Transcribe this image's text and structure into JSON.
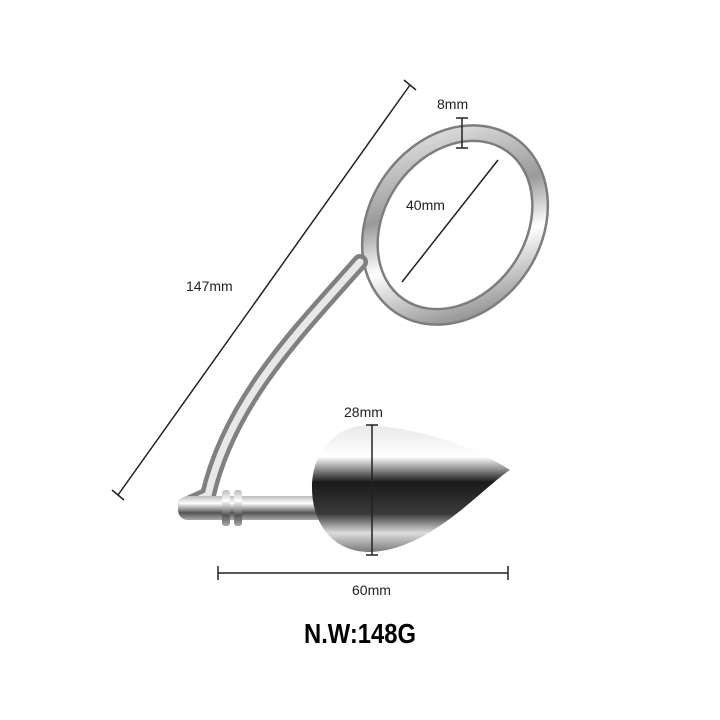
{
  "dimensions": {
    "total_length": "147mm",
    "ring_thickness": "8mm",
    "ring_diameter": "40mm",
    "plug_diameter": "28mm",
    "plug_length": "60mm"
  },
  "net_weight": "N.W:148G"
}
